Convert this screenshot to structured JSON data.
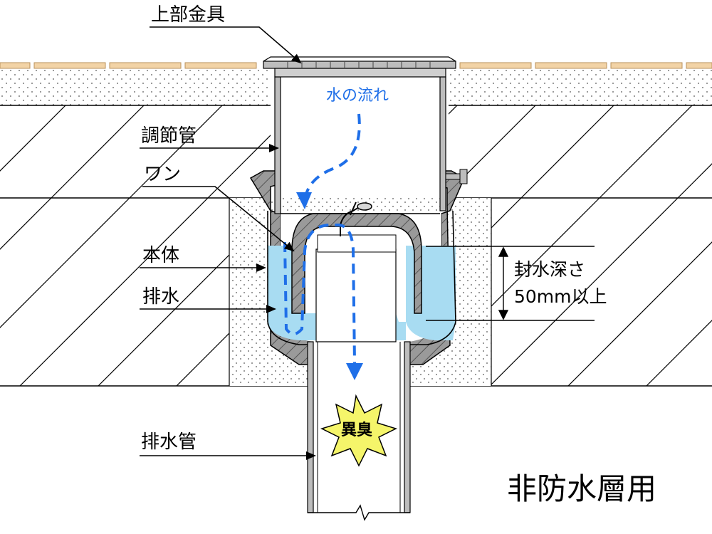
{
  "labels": {
    "top_fitting": "上部金具",
    "adjust_pipe": "調節管",
    "wan": "ワン",
    "body": "本体",
    "drainage": "排水",
    "drain_pipe": "排水管",
    "water_flow": "水の流れ",
    "seal_depth": "封水深さ",
    "seal_depth_value": "50mm以上",
    "odor": "異臭",
    "title": "非防水層用"
  },
  "colors": {
    "water": "#a8dcf2",
    "flow_arrow": "#1f6fe8",
    "fitting_gray": "#a9a9a9",
    "tile": "#f2d3a6",
    "burst": "#f5f56a"
  }
}
